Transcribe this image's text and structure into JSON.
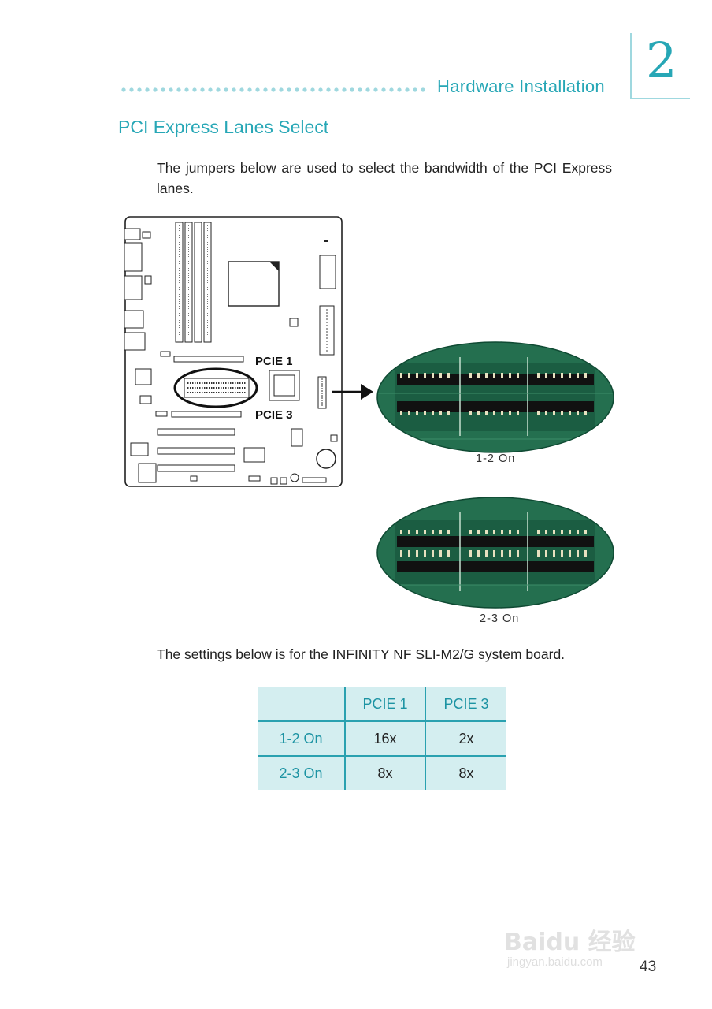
{
  "header": {
    "section_title": "Hardware Installation",
    "chapter_number": "2"
  },
  "heading": "PCI Express Lanes Select",
  "intro_text": "The jumpers below are used to select the bandwidth of the PCI Express lanes.",
  "diagram": {
    "label_pcie1": "PCIE 1",
    "label_pcie3": "PCIE 3"
  },
  "photos": [
    {
      "caption": "1-2  On"
    },
    {
      "caption": "2-3  On"
    }
  ],
  "settings_text": "The settings below is for the INFINITY NF SLI-M2/G system board.",
  "table": {
    "headers": [
      "",
      "PCIE 1",
      "PCIE 3"
    ],
    "rows": [
      {
        "label": "1-2  On",
        "pcie1": "16x",
        "pcie3": "2x"
      },
      {
        "label": "2-3  On",
        "pcie1": "8x",
        "pcie3": "8x"
      }
    ]
  },
  "page_number": "43",
  "watermark": {
    "brand": "Baidu 经验",
    "url": "jingyan.baidu.com"
  },
  "colors": {
    "accent": "#27a7b6",
    "table_bg": "#d4eef0",
    "pcb_green": "#1f6e4a"
  }
}
